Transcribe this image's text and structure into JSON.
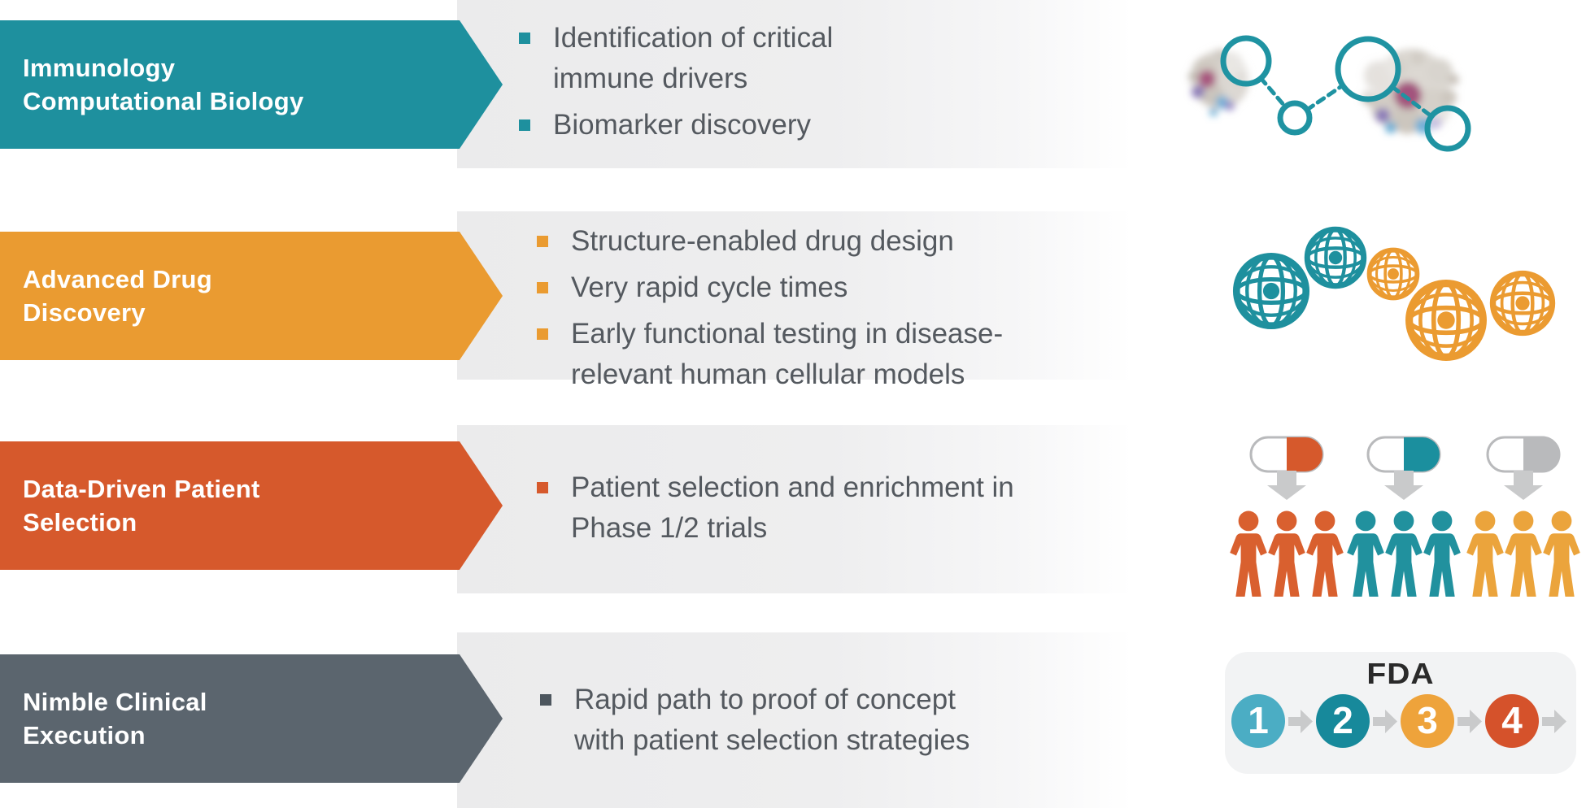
{
  "slide": {
    "rows": [
      {
        "title_line1": "Immunology",
        "title_line2": "Computational Biology",
        "banner_color": "#1E909E",
        "bullet_color": "#1E909E",
        "bullets": [
          "Identification of critical immune drivers",
          "Biomarker discovery"
        ],
        "illustration": "protein-interaction-network"
      },
      {
        "title_line1": "Advanced Drug",
        "title_line2": "Discovery",
        "banner_color": "#EA9B31",
        "bullet_color": "#EA9B31",
        "bullets": [
          "Structure-enabled drug design",
          "Very rapid cycle times",
          "Early functional testing in disease-relevant human cellular models"
        ],
        "illustration": "molecular-globes"
      },
      {
        "title_line1": "Data-Driven Patient",
        "title_line2": "Selection",
        "banner_color": "#D6592C",
        "bullet_color": "#D6592C",
        "bullets": [
          "Patient selection and enrichment in Phase 1/2 trials"
        ],
        "illustration": "capsules-and-patient-groups"
      },
      {
        "title_line1": "Nimble Clinical",
        "title_line2": "Execution",
        "banner_color": "#5B656E",
        "bullet_color": "#4D565E",
        "bullets": [
          "Rapid path to proof of concept with patient selection strategies"
        ],
        "illustration": "fda-phase-timeline"
      }
    ],
    "fda_card": {
      "logo": "FDA",
      "phases": [
        {
          "number": "1",
          "color": "#4BADC4"
        },
        {
          "number": "2",
          "color": "#17899B"
        },
        {
          "number": "3",
          "color": "#EEA33B"
        },
        {
          "number": "4",
          "color": "#D5522B"
        }
      ]
    },
    "palette": {
      "teal": "#1E909E",
      "orange": "#EA9B31",
      "red_orange": "#D6592C",
      "slate": "#5B656E",
      "body_text": "#54595F",
      "panel_gray": "#ECECED",
      "arrow_gray": "#C9CACB",
      "capsule_gray": "#B9BABC",
      "people_orange": "#D9602F",
      "people_teal": "#21919E",
      "people_yellow": "#EBA43C"
    }
  }
}
